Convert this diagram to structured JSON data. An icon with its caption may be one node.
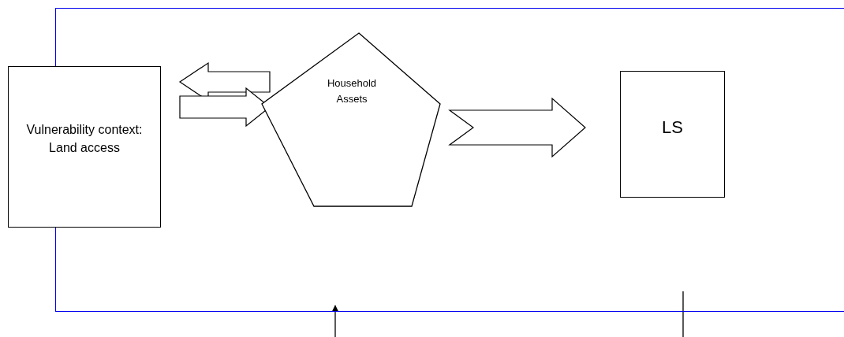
{
  "diagram": {
    "nodes": [
      {
        "text": [],
        "shape": "box"
      },
      {
        "text": [
          "Vulnerability context: Land access"
        ]
      },
      {
        "text": [
          "Household Assets"
        ],
        "in": 0
      },
      {
        "text": [
          "LS"
        ],
        "in": 0
      }
    ],
    "edges": [
      {
        "from": 2,
        "to": 1,
        "arrow": "to"
      },
      {
        "from": 1,
        "to": 2,
        "arrow": "to"
      },
      {
        "from": 2,
        "to": 3,
        "arrow": "to"
      },
      {
        "from": null,
        "to": 0,
        "arrow": "to"
      },
      {
        "from": null,
        "to": 0,
        "arrow": "none"
      }
    ]
  }
}
